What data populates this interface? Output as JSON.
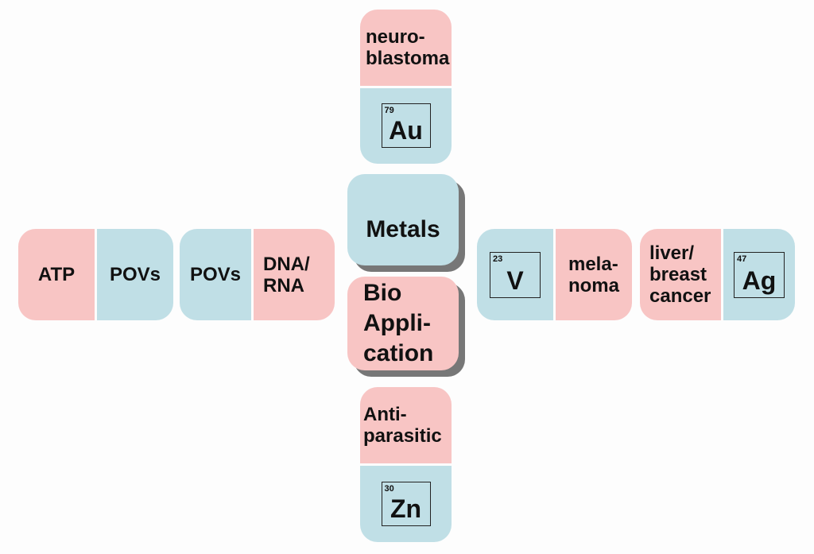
{
  "center": {
    "top": "Metals",
    "bottom": "Bio\nAppli-\ncation"
  },
  "top_arm": {
    "condition": "neuro-\nblastoma",
    "element": {
      "number": "79",
      "symbol": "Au"
    }
  },
  "bottom_arm": {
    "condition": "Anti-\nparasitic",
    "element": {
      "number": "30",
      "symbol": "Zn"
    }
  },
  "left_arm": {
    "outer": {
      "left": "ATP",
      "right": "POVs"
    },
    "inner": {
      "left": "POVs",
      "right": "DNA/\nRNA"
    }
  },
  "right_arm": {
    "inner": {
      "element": {
        "number": "23",
        "symbol": "V"
      },
      "condition": "mela-\nnoma"
    },
    "outer": {
      "condition": "liver/\nbreast\ncancer",
      "element": {
        "number": "47",
        "symbol": "Ag"
      }
    }
  },
  "colors": {
    "pink": "#f8c5c4",
    "blue": "#c0dfe6",
    "background": "#fdfdfd"
  }
}
